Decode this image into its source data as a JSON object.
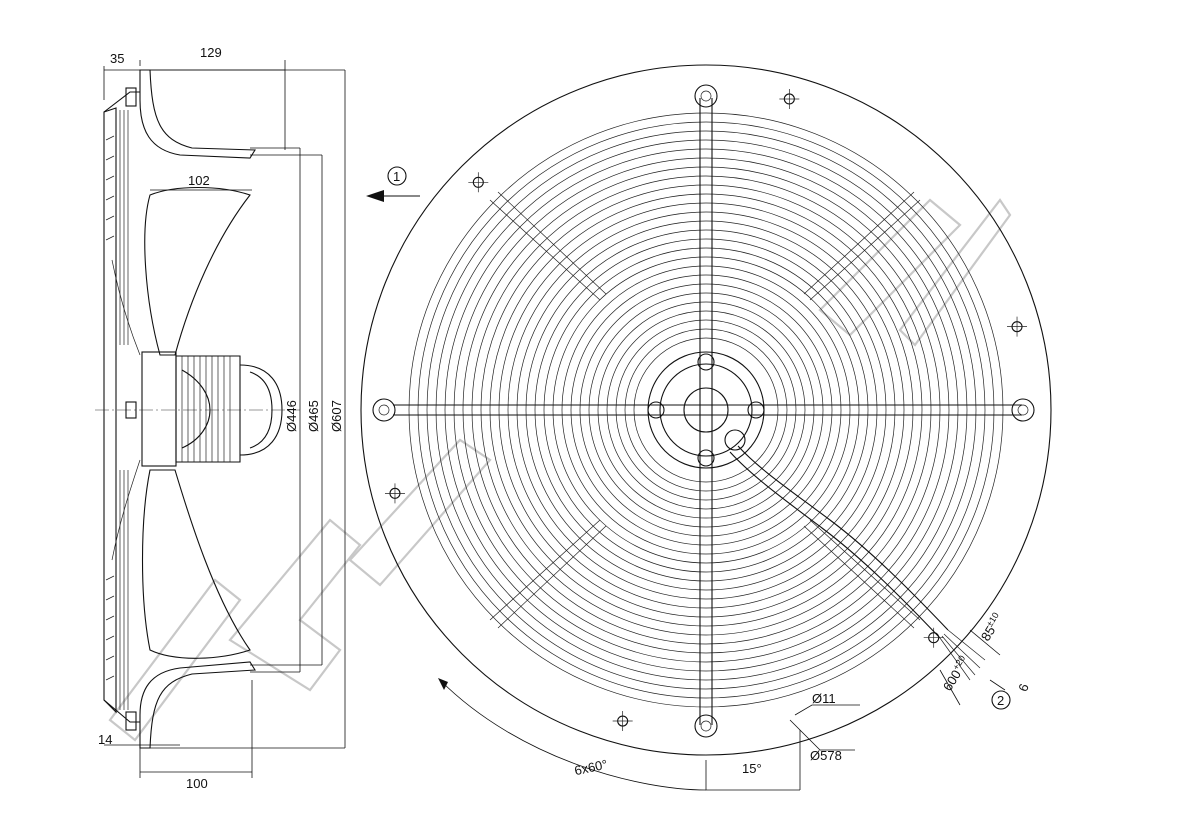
{
  "side_view": {
    "dim_35": "35",
    "dim_129": "129",
    "dim_102": "102",
    "dim_14": "14",
    "dim_100": "100",
    "dia_446": "Ø446",
    "dia_465": "Ø465",
    "dia_607": "Ø607"
  },
  "front_view": {
    "airflow_marker": "1",
    "cable_marker": "2",
    "hole_dia": "Ø11",
    "bolt_circle": "Ø578",
    "angle_15": "15°",
    "angle_pattern": "6x60°",
    "cable_len_base": "600",
    "cable_len_tol": "+20",
    "wire_len_base": "85",
    "wire_len_tol": "±10",
    "wire_count": "6"
  },
  "colors": {
    "line": "#111111",
    "watermark": "#c8c8c8"
  }
}
